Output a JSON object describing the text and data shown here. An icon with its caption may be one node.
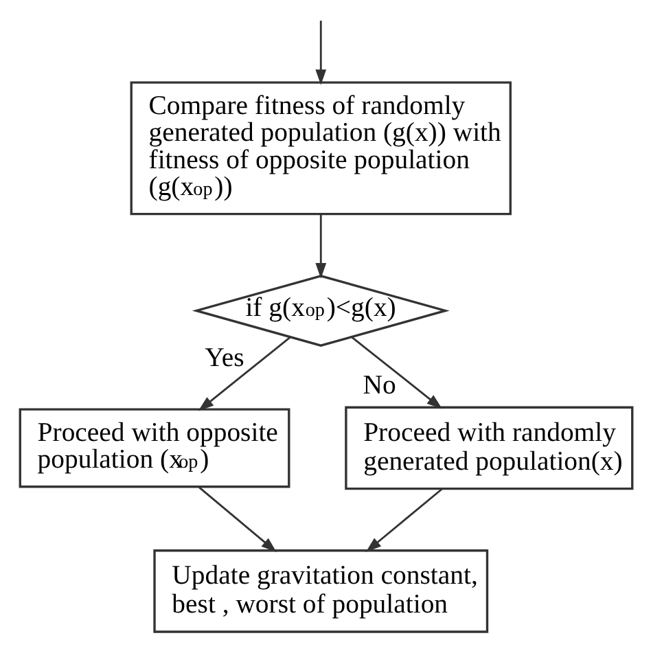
{
  "diagram": {
    "nodes": [
      {
        "text": [
          "Compare fitness of randomly generated population (g(x)) with fitness of opposite population (g(x$_{op}$))"
        ]
      },
      {
        "text": [
          "if g(x$_{op}$)<g(x)"
        ]
      },
      {
        "text": [
          "Proceed with opposite population (x$_{op}$)"
        ]
      },
      {
        "text": [
          "Proceed with randomly generated population(x)"
        ]
      },
      {
        "text": [
          "Update gravitation constant, best , worst of population"
        ]
      }
    ],
    "edges": [
      {
        "from": null,
        "to": 0,
        "arrow": "to"
      },
      {
        "from": 0,
        "to": 1,
        "arrow": "to"
      },
      {
        "from": 1,
        "to": 2,
        "arrow": "to",
        "label": "Yes"
      },
      {
        "from": 1,
        "to": 3,
        "arrow": "to",
        "label": "No"
      },
      {
        "from": 2,
        "to": 4,
        "arrow": "to"
      },
      {
        "from": 3,
        "to": 4,
        "arrow": "to"
      }
    ]
  }
}
